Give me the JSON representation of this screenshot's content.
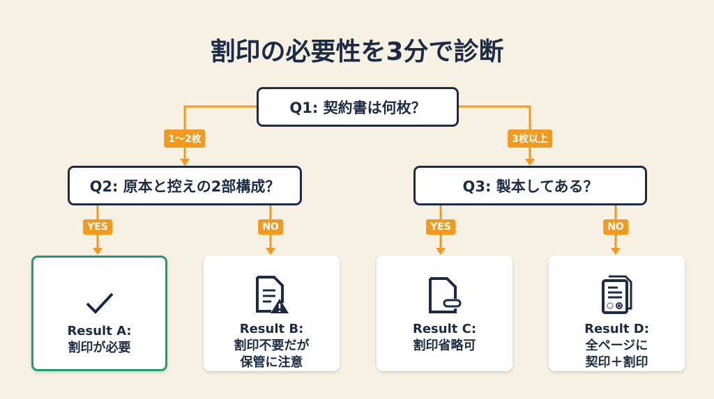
{
  "title": "割印の必要性を3分で診断",
  "q1": "Q1: 契約書は何枚？",
  "q2": "Q2: 原本と控えの2部構成？",
  "q3": "Q3: 製本してある？",
  "branches": {
    "left": "1〜2枚",
    "right": "3枚以上",
    "q2_yes": "YES",
    "q2_no": "NO",
    "q3_yes": "YES",
    "q3_no": "NO"
  },
  "results": [
    {
      "title": "Result A:",
      "text": "割印が必要",
      "icon": "check-icon"
    },
    {
      "title": "Result B:",
      "text": "割印不要だが\n保管に注意",
      "icon": "document-warning-icon"
    },
    {
      "title": "Result C:",
      "text": "割印省略可",
      "icon": "document-icon"
    },
    {
      "title": "Result D:",
      "text": "全ページに\n契印＋割印",
      "icon": "stacked-documents-seal-icon"
    }
  ],
  "colors": {
    "accent": "#f29a1f",
    "navy": "#1c2b45",
    "green": "#1f9e6c",
    "background": "#f6f1e2"
  }
}
